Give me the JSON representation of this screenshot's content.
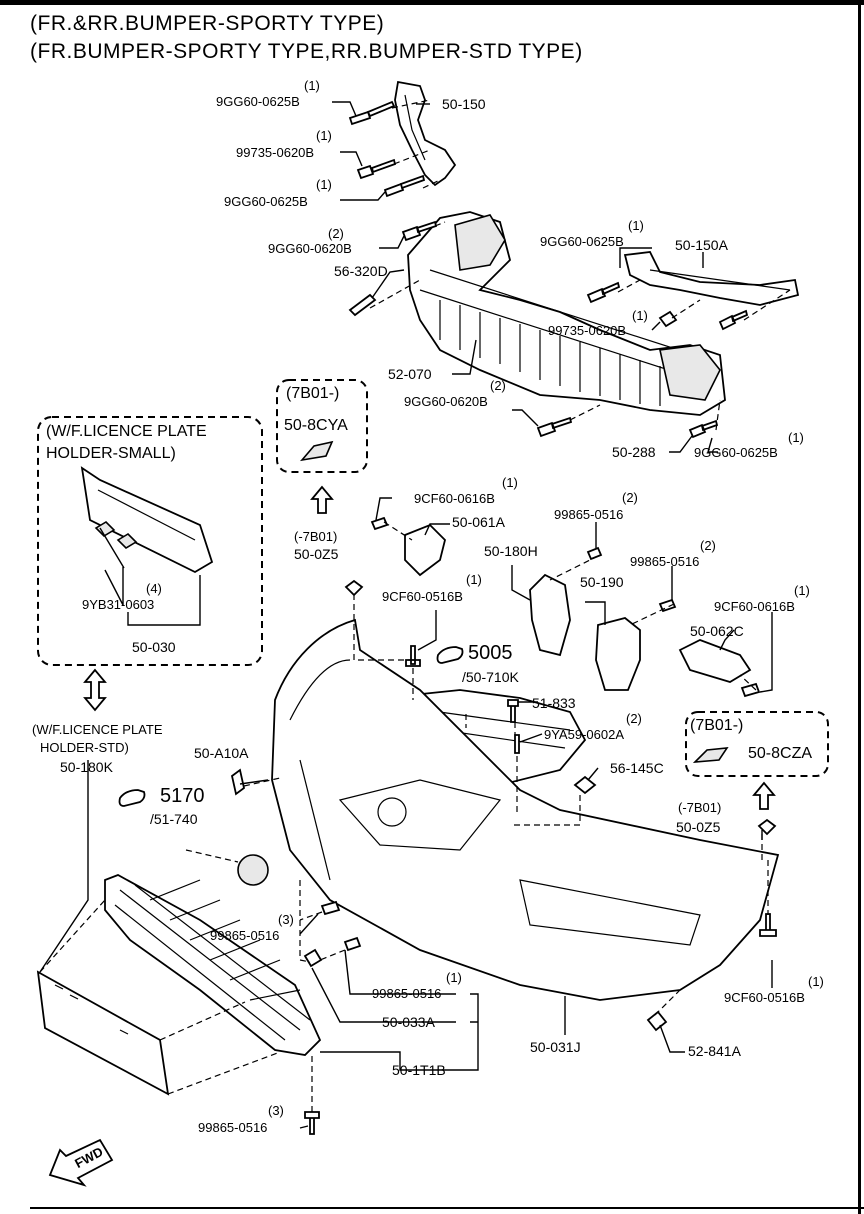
{
  "titles": {
    "line1": "(FR.&RR.BUMPER-SPORTY TYPE)",
    "line2": "(FR.BUMPER-SPORTY TYPE,RR.BUMPER-STD TYPE)"
  },
  "labels": {
    "q1a": "(1)",
    "p_9GG60_0625B_a": "9GG60-0625B",
    "p_50_150": "50-150",
    "q1b": "(1)",
    "p_99735_0620B_a": "99735-0620B",
    "q1c": "(1)",
    "p_9GG60_0625B_b": "9GG60-0625B",
    "q2a": "(2)",
    "p_9GG60_0620B_a": "9GG60-0620B",
    "p_56_320D": "56-320D",
    "q1d": "(1)",
    "p_9GG60_0625B_c": "9GG60-0625B",
    "p_50_150A": "50-150A",
    "q1e": "(1)",
    "p_99735_0620B_b": "99735-0620B",
    "p_52_070": "52-070",
    "q2b": "(2)",
    "p_9GG60_0620B_b": "9GG60-0620B",
    "p_50_288": "50-288",
    "q1f": "(1)",
    "p_9GG60_0625B_d": "9GG60-0625B",
    "box_7b01_top": "(7B01-)",
    "p_50_8CYA": "50-8CYA",
    "wf_small_1": "(W/F.LICENCE PLATE",
    "wf_small_2": "HOLDER-SMALL)",
    "q4": "(4)",
    "p_9YB31_0603": "9YB31-0603",
    "p_50_030": "50-030",
    "q1g": "(1)",
    "p_9CF60_0616B_a": "9CF60-0616B",
    "p_50_061A": "50-061A",
    "q2c": "(2)",
    "p_99865_0516_a": "99865-0516",
    "minus7b01_a": "(-7B01)",
    "p_50_0Z5_a": "50-0Z5",
    "p_50_180H": "50-180H",
    "q2d": "(2)",
    "p_99865_0516_b": "99865-0516",
    "p_50_190": "50-190",
    "q1h": "(1)",
    "p_9CF60_0616B_b": "9CF60-0616B",
    "q1i": "(1)",
    "p_9CF60_0516B_a": "9CF60-0516B",
    "p_50_062C": "50-062C",
    "ref_5005": "5005",
    "p_50_710K": "/50-710K",
    "p_51_833": "51-833",
    "q2e": "(2)",
    "p_9YA59_0602A": "9YA59-0602A",
    "wf_std_1": "(W/F.LICENCE PLATE",
    "wf_std_2": "HOLDER-STD)",
    "p_50_180K": "50-180K",
    "p_50_A10A": "50-A10A",
    "box_7b01_right": "(7B01-)",
    "p_50_8CZA": "50-8CZA",
    "p_56_145C": "56-145C",
    "ref_5170": "5170",
    "p_51_740": "/51-740",
    "minus7b01_b": "(-7B01)",
    "p_50_0Z5_b": "50-0Z5",
    "q3a": "(3)",
    "p_99865_0516_c": "99865-0516",
    "q1j": "(1)",
    "p_99865_0516_d": "99865-0516",
    "q1k": "(1)",
    "p_9CF60_0516B_b": "9CF60-0516B",
    "p_50_033A": "50-033A",
    "p_50_031J": "50-031J",
    "p_52_841A": "52-841A",
    "p_50_1T1B": "50-1T1B",
    "q3b": "(3)",
    "p_99865_0516_e": "99865-0516",
    "fwd": "FWD"
  },
  "icons": {
    "pointing_hand": "pointing-hand-icon",
    "double_arrow": "double-arrow-icon",
    "fwd_arrow": "fwd-arrow-icon"
  }
}
